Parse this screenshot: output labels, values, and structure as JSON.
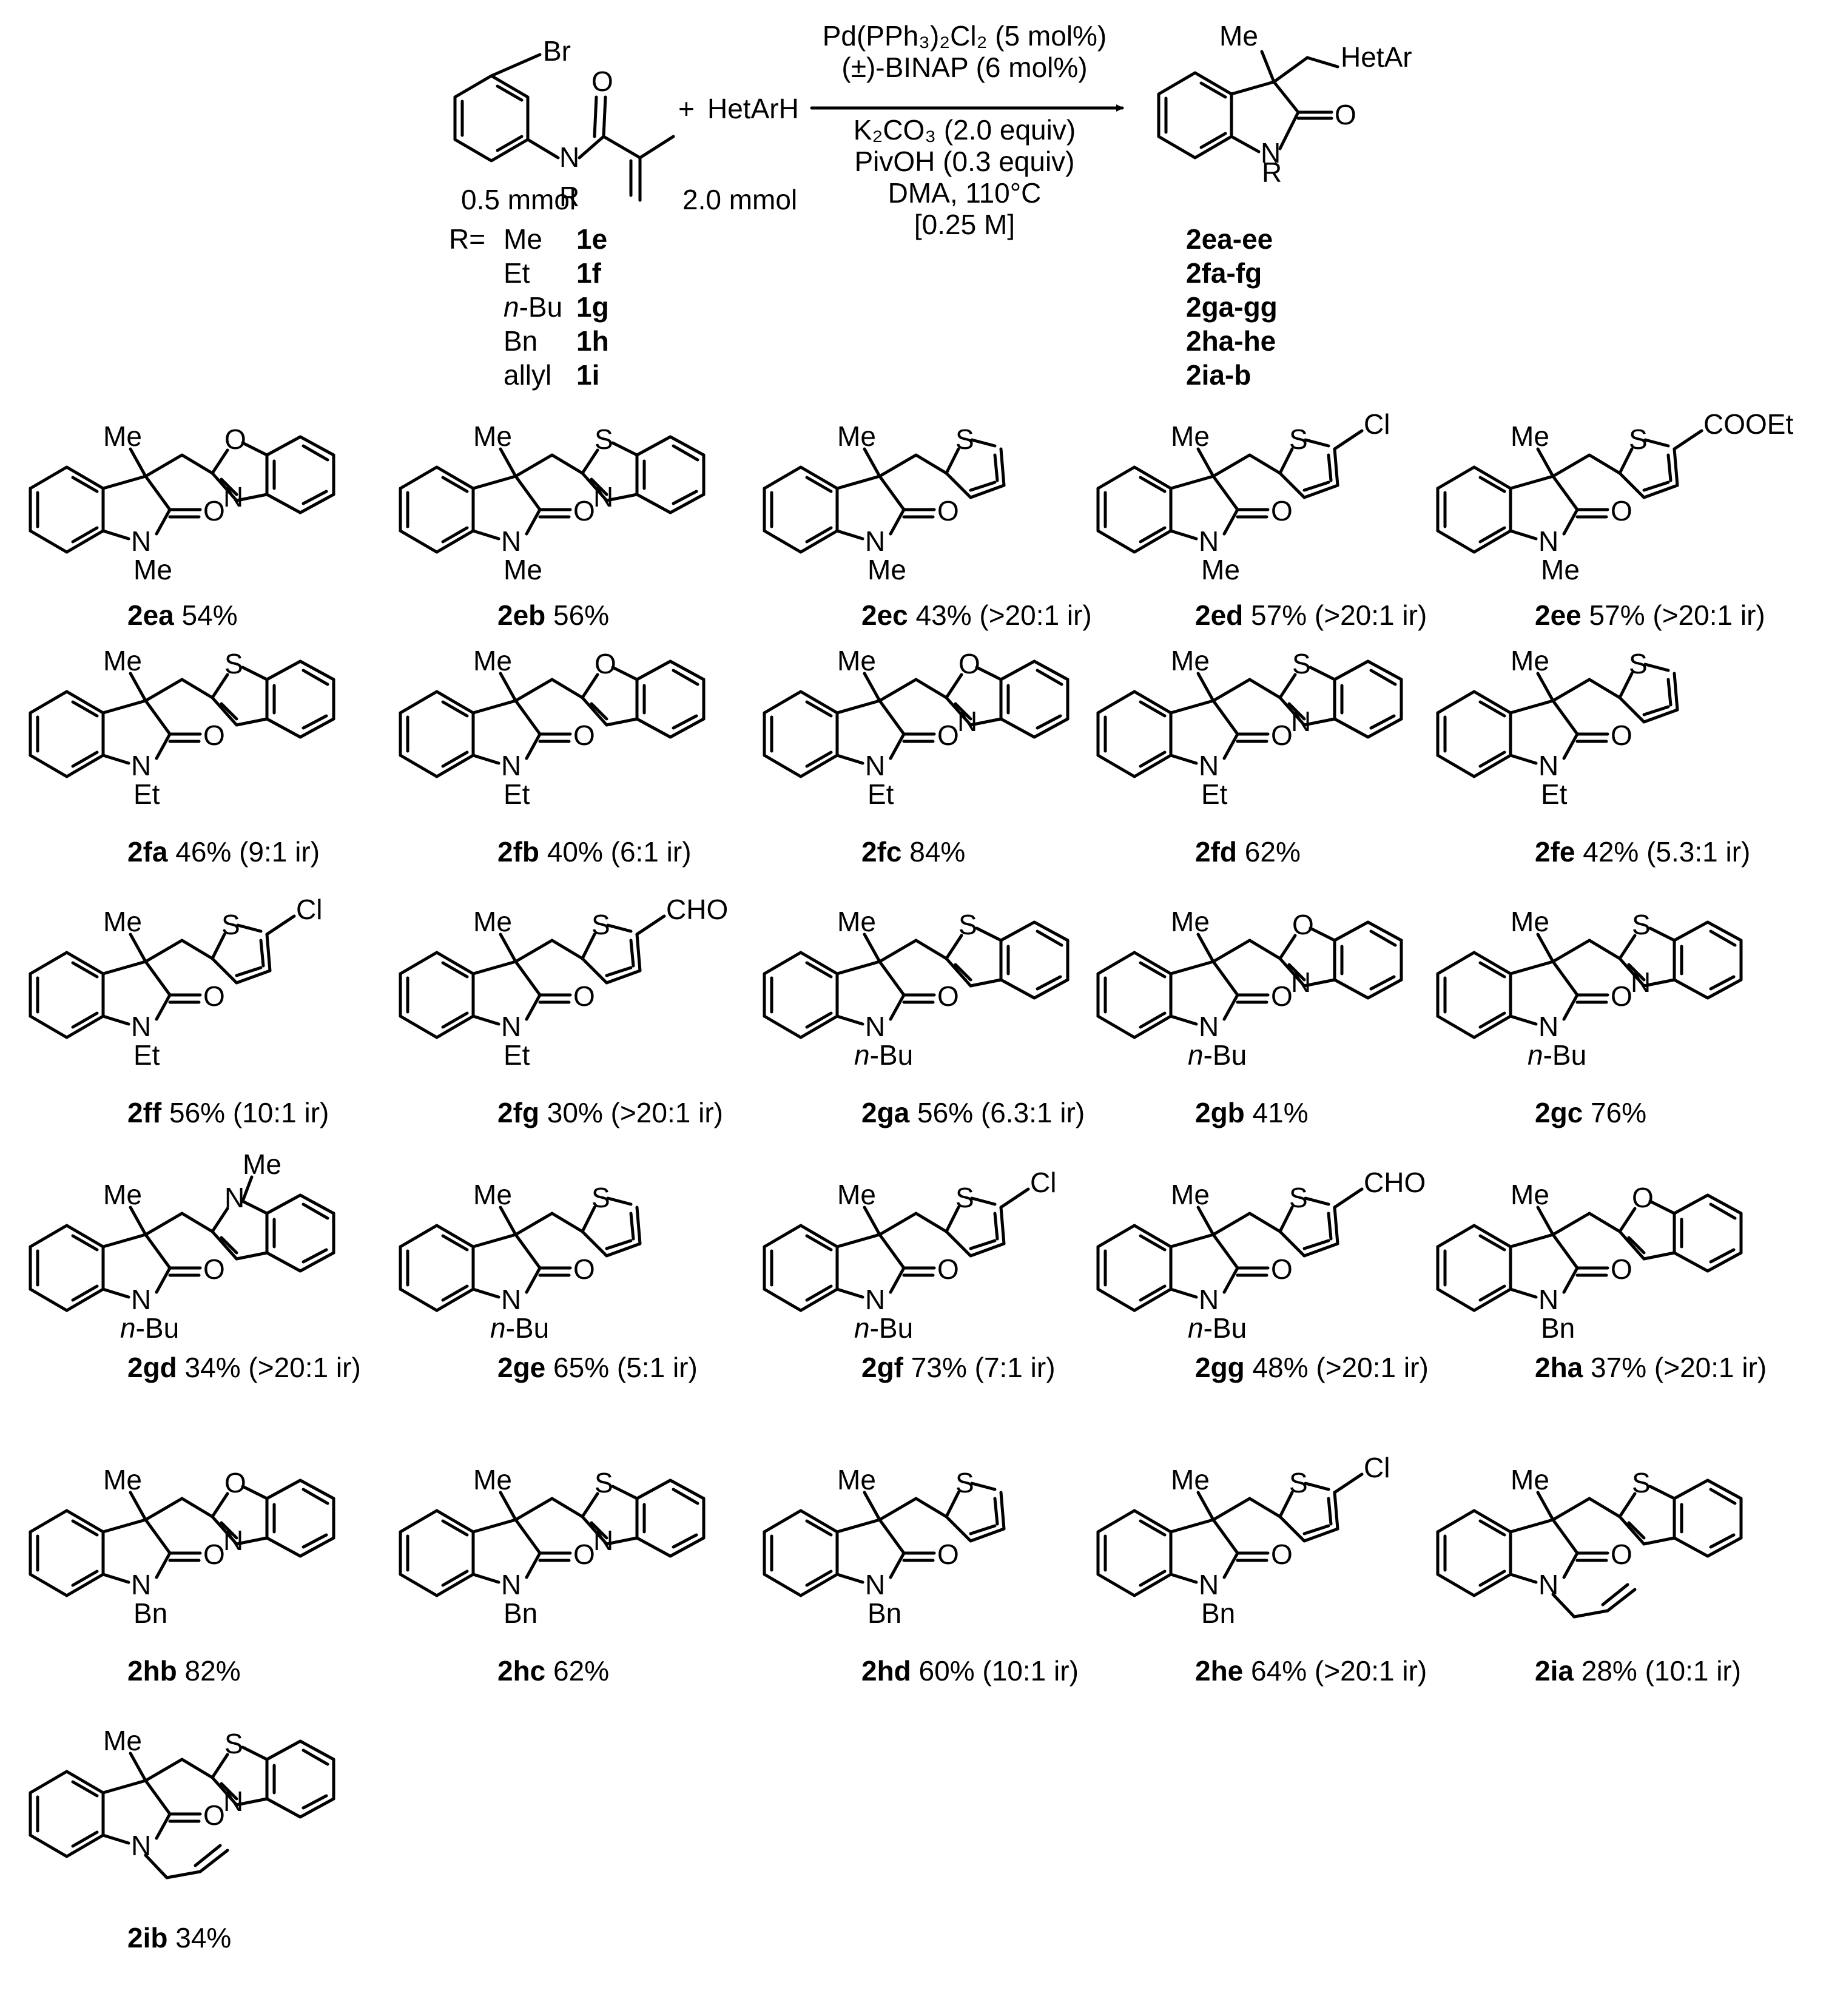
{
  "reaction": {
    "reactant_substituent": "Br",
    "reactant_N": "N",
    "reactant_R": "R",
    "reactant_O": "O",
    "reactant_amount": "0.5 mmol",
    "plus": "+",
    "reagent": "HetArH",
    "reagent_amount": "2.0 mmol",
    "conditions_above": [
      "Pd(PPh₃)₂Cl₂ (5 mol%)",
      "(±)-BINAP (6 mol%)"
    ],
    "conditions_below": [
      "K₂CO₃ (2.0 equiv)",
      "PivOH (0.3 equiv)",
      "DMA, 110°C",
      "[0.25 M]"
    ],
    "product_me": "Me",
    "product_hetar": "HetAr",
    "product_O": "O",
    "product_N": "N",
    "product_R": "R",
    "r_prefix": "R=",
    "r_table": [
      {
        "group": "Me",
        "italic": "",
        "compound": "1e"
      },
      {
        "group": "Et",
        "italic": "",
        "compound": "1f"
      },
      {
        "group": "-Bu",
        "italic": "n",
        "compound": "1g"
      },
      {
        "group": "Bn",
        "italic": "",
        "compound": "1h"
      },
      {
        "group": "allyl",
        "italic": "",
        "compound": "1i"
      }
    ],
    "product_ranges": [
      "2ea-ee",
      "2fa-fg",
      "2ga-gg",
      "2ha-he",
      "2ia-b"
    ]
  },
  "compounds": [
    {
      "id": "2ea",
      "text": " 54%",
      "r": "Me",
      "ring": "benzoxazole",
      "het": "O",
      "het2": "N",
      "sub": ""
    },
    {
      "id": "2eb",
      "text": " 56%",
      "r": "Me",
      "ring": "benzothiazole",
      "het": "S",
      "het2": "N",
      "sub": ""
    },
    {
      "id": "2ec",
      "text": " 43% (>20:1 ir)",
      "r": "Me",
      "ring": "thiophene",
      "het": "S",
      "het2": "",
      "sub": ""
    },
    {
      "id": "2ed",
      "text": " 57% (>20:1 ir)",
      "r": "Me",
      "ring": "thiophene",
      "het": "S",
      "het2": "",
      "sub": "Cl"
    },
    {
      "id": "2ee",
      "text": " 57% (>20:1 ir)",
      "r": "Me",
      "ring": "thiophene",
      "het": "S",
      "het2": "",
      "sub": "COOEt"
    },
    {
      "id": "2fa",
      "text": " 46% (9:1 ir)",
      "r": "Et",
      "ring": "benzothiophene",
      "het": "S",
      "het2": "",
      "sub": ""
    },
    {
      "id": "2fb",
      "text": " 40% (6:1 ir)",
      "r": "Et",
      "ring": "benzofuran",
      "het": "O",
      "het2": "",
      "sub": ""
    },
    {
      "id": "2fc",
      "text": " 84%",
      "r": "Et",
      "ring": "benzoxazole",
      "het": "O",
      "het2": "N",
      "sub": ""
    },
    {
      "id": "2fd",
      "text": " 62%",
      "r": "Et",
      "ring": "benzothiazole",
      "het": "S",
      "het2": "N",
      "sub": ""
    },
    {
      "id": "2fe",
      "text": " 42% (5.3:1 ir)",
      "r": "Et",
      "ring": "thiophene",
      "het": "S",
      "het2": "",
      "sub": ""
    },
    {
      "id": "2ff",
      "text": " 56% (10:1 ir)",
      "r": "Et",
      "ring": "thiophene",
      "het": "S",
      "het2": "",
      "sub": "Cl"
    },
    {
      "id": "2fg",
      "text": " 30% (>20:1 ir)",
      "r": "Et",
      "ring": "thiophene",
      "het": "S",
      "het2": "",
      "sub": "CHO"
    },
    {
      "id": "2ga",
      "text": " 56% (6.3:1 ir)",
      "r": "n-Bu",
      "ring": "benzothiophene",
      "het": "S",
      "het2": "",
      "sub": ""
    },
    {
      "id": "2gb",
      "text": " 41%",
      "r": "n-Bu",
      "ring": "benzoxazole",
      "het": "O",
      "het2": "N",
      "sub": ""
    },
    {
      "id": "2gc",
      "text": " 76%",
      "r": "n-Bu",
      "ring": "benzothiazole",
      "het": "S",
      "het2": "N",
      "sub": ""
    },
    {
      "id": "2gd",
      "text": " 34% (>20:1 ir)",
      "r": "n-Bu",
      "ring": "indole",
      "het": "N",
      "het2": "",
      "sub": "Me"
    },
    {
      "id": "2ge",
      "text": " 65% (5:1 ir)",
      "r": "n-Bu",
      "ring": "thiophene",
      "het": "S",
      "het2": "",
      "sub": ""
    },
    {
      "id": "2gf",
      "text": " 73% (7:1 ir)",
      "r": "n-Bu",
      "ring": "thiophene",
      "het": "S",
      "het2": "",
      "sub": "Cl"
    },
    {
      "id": "2gg",
      "text": " 48% (>20:1 ir)",
      "r": "n-Bu",
      "ring": "thiophene",
      "het": "S",
      "het2": "",
      "sub": "CHO"
    },
    {
      "id": "2ha",
      "text": " 37% (>20:1 ir)",
      "r": "Bn",
      "ring": "benzofuran",
      "het": "O",
      "het2": "",
      "sub": ""
    },
    {
      "id": "2hb",
      "text": " 82%",
      "r": "Bn",
      "ring": "benzoxazole",
      "het": "O",
      "het2": "N",
      "sub": ""
    },
    {
      "id": "2hc",
      "text": " 62%",
      "r": "Bn",
      "ring": "benzothiazole",
      "het": "S",
      "het2": "N",
      "sub": ""
    },
    {
      "id": "2hd",
      "text": " 60% (10:1 ir)",
      "r": "Bn",
      "ring": "thiophene",
      "het": "S",
      "het2": "",
      "sub": ""
    },
    {
      "id": "2he",
      "text": " 64% (>20:1 ir)",
      "r": "Bn",
      "ring": "thiophene",
      "het": "S",
      "het2": "",
      "sub": "Cl"
    },
    {
      "id": "2ia",
      "text": " 28% (10:1 ir)",
      "r": "allyl",
      "ring": "benzothiophene",
      "het": "S",
      "het2": "",
      "sub": ""
    },
    {
      "id": "2ib",
      "text": " 34%",
      "r": "allyl",
      "ring": "benzothiazole",
      "het": "S",
      "het2": "N",
      "sub": ""
    }
  ],
  "labels": {
    "me": "Me",
    "n": "N",
    "o": "O",
    "n_italic": "n",
    "bu": "-Bu"
  }
}
